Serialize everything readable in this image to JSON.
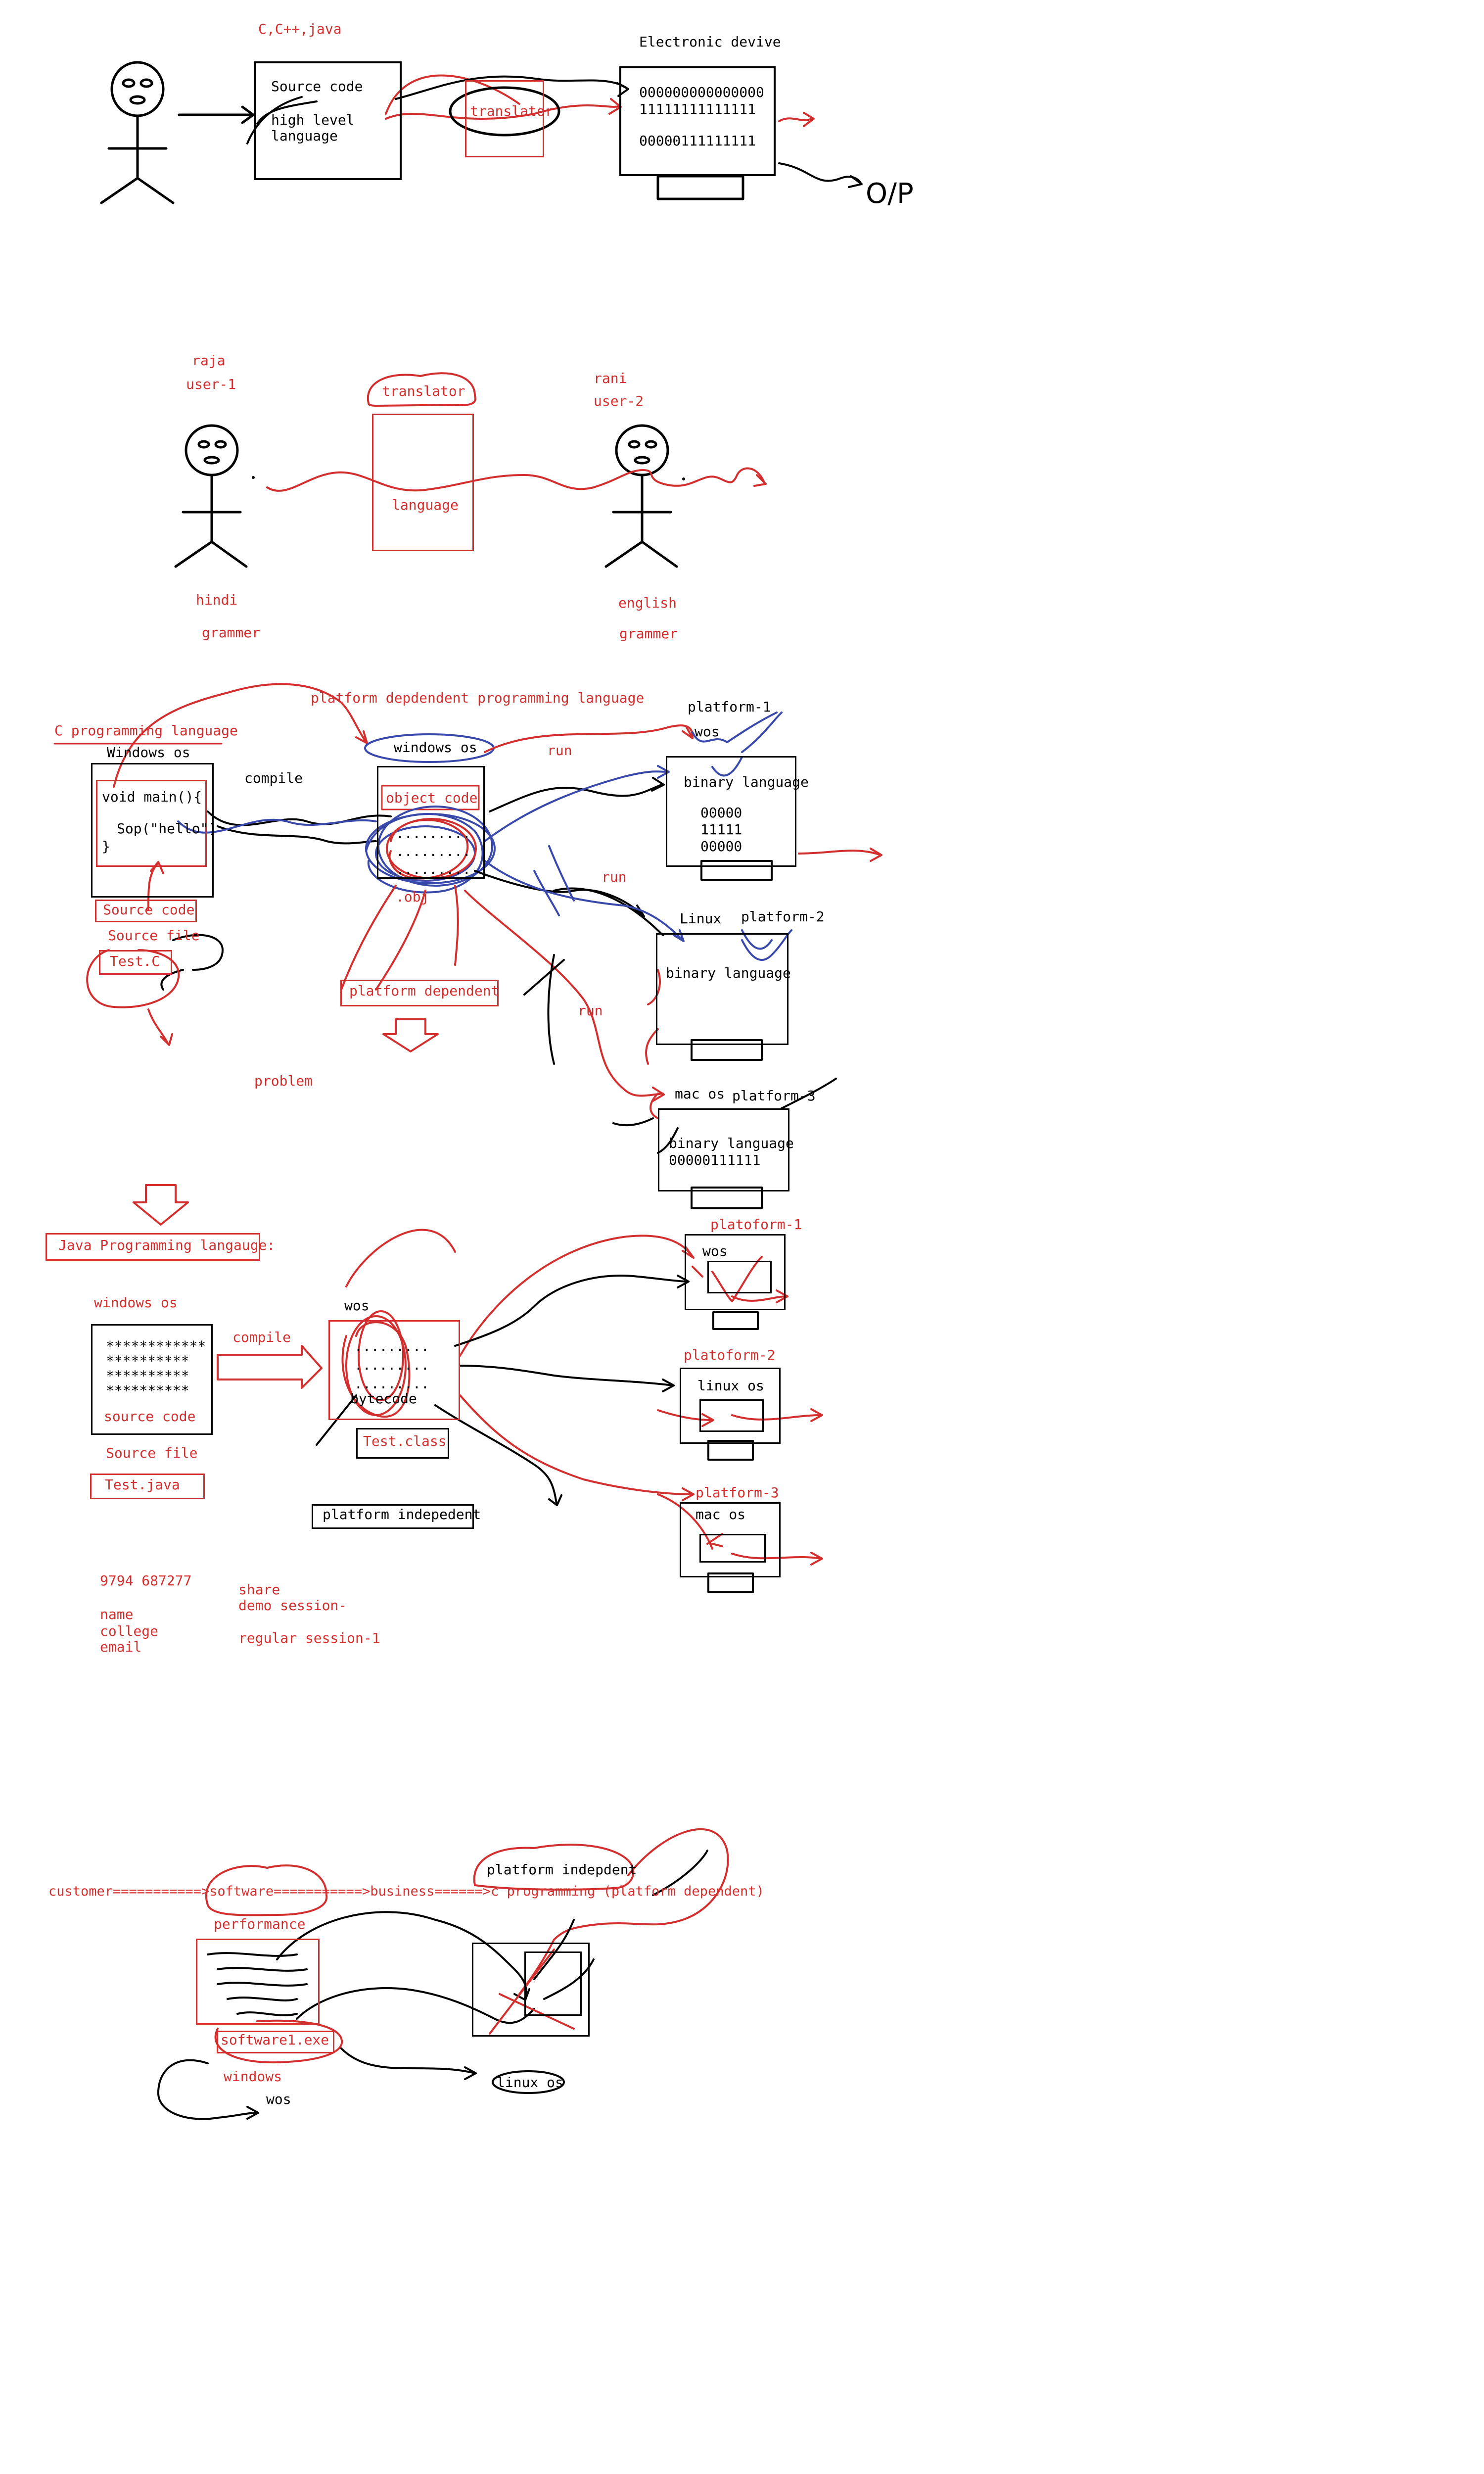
{
  "section1": {
    "languages": "C,C++,java",
    "source_code": "Source code",
    "high_level": "high level",
    "language": "language",
    "translator": "translator",
    "device_title": "Electronic devive",
    "binary_1": "000000000000000",
    "binary_2": "11111111111111",
    "binary_3": "00000111111111",
    "output": "O/P"
  },
  "section2": {
    "user1_name": "raja",
    "user1_id": "user-1",
    "user1_lang": "hindi",
    "user1_grammar": "grammer",
    "translator": "translator",
    "language": "language",
    "user2_name": "rani",
    "user2_id": "user-2",
    "user2_lang": "english",
    "user2_grammar": "grammer"
  },
  "section3": {
    "c_title": "C programming language",
    "windows_os": "Windows os",
    "code_line1": "void main(){",
    "code_line2": "Sop(\"hello\")",
    "code_line3": "}",
    "source_code": "Source code",
    "source_file": "Source file",
    "file_name": "Test.C",
    "compile": "compile",
    "pd_title": "platform depdendent programming language",
    "os_label": "windows os",
    "object_code": "object code",
    "obj": ".obj",
    "dots": ".........",
    "platform_dependent": "platform dependent",
    "problem": "problem",
    "run": "run",
    "p1_label": "platform-1",
    "p1_os": "wos",
    "p1_bin": "binary language",
    "p1_b1": "00000",
    "p1_b2": "11111",
    "p1_b3": "00000",
    "p2_os": "Linux",
    "p2_label": "platform-2",
    "p2_bin": "binary language",
    "p3_os": "mac os",
    "p3_label": "platform-3",
    "p3_bin": "binary language",
    "p3_b1": "00000111111"
  },
  "section4": {
    "java_title": "Java Programming langauge:",
    "windows_os": "windows os",
    "stars1": "************",
    "stars2": "**********",
    "stars3": "**********",
    "stars4": "**********",
    "source_code": "source code",
    "source_file": "Source file",
    "file_name": "Test.java",
    "compile": "compile",
    "wos": "wos",
    "dots": ".........",
    "bytecode": "bytecode",
    "class_file": "Test.class",
    "platform_independent": "platform indepedent",
    "p1_label": "platoform-1",
    "p1_os": "wos",
    "p2_label": "platoform-2",
    "p2_os": "linux os",
    "p3_label": "platform-3",
    "p3_os": "mac os"
  },
  "contact": {
    "phone": "9794 687277",
    "name": "name",
    "college": "college",
    "email": "email",
    "share": "share",
    "demo": "demo session-",
    "regular": "regular session-1"
  },
  "section5": {
    "flow": "customer===========>software===========>business======>c programming (platform dependent)",
    "platform_independent": "platform indepdent",
    "performance": "performance",
    "exe": "software1.exe",
    "windows": "windows",
    "wos": "wos",
    "linux": "linux os"
  },
  "colors": {
    "ink": "#000000",
    "marker": "#d32f2f",
    "blue": "#3949ab"
  }
}
